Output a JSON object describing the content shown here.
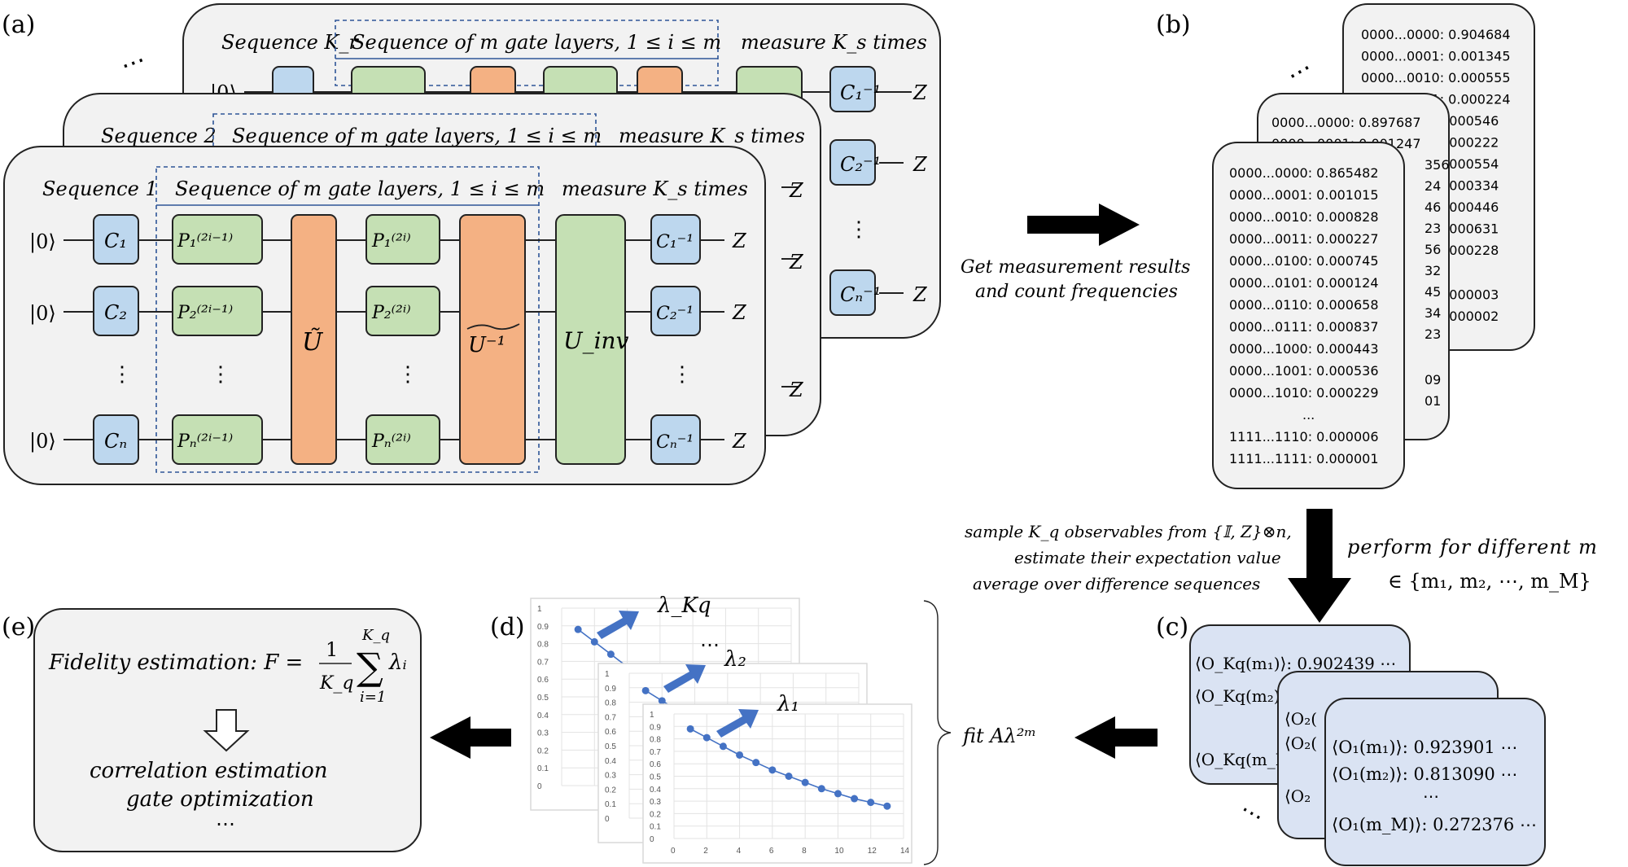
{
  "labels": {
    "a": "(a)",
    "b": "(b)",
    "c": "(c)",
    "d": "(d)",
    "e": "(e)"
  },
  "circuit": {
    "seq_names": [
      "Sequence 1",
      "Sequence 2",
      "Sequence K_r"
    ],
    "seq_layers": "Sequence of m gate layers, 1 ≤ i ≤ m",
    "measure": "measure K_s times",
    "ket0": "|0⟩",
    "zlabel": "Z",
    "cliffords": [
      "C₁",
      "C₂",
      "Cₙ"
    ],
    "clifford_inv": [
      "C₁⁻¹",
      "C₂⁻¹",
      "Cₙ⁻¹"
    ],
    "p_odd": [
      "P₁⁽²ⁱ⁻¹⁾",
      "P₂⁽²ⁱ⁻¹⁾",
      "Pₙ⁽²ⁱ⁻¹⁾"
    ],
    "p_even": [
      "P₁⁽²ⁱ⁾",
      "P₂⁽²ⁱ⁾",
      "Pₙ⁽²ⁱ⁾"
    ],
    "u_tilde": "Ũ",
    "u_inv_tilde": "U⁻¹",
    "u_inv": "U_inv",
    "vdots": "⋮",
    "dots": "⋯"
  },
  "arrow_label": [
    "Get measurement results",
    "and count frequencies"
  ],
  "freq_cards": {
    "front": [
      "0000...0000: 0.865482",
      "0000...0001: 0.001015",
      "0000...0010: 0.000828",
      "0000...0011: 0.000227",
      "0000...0100: 0.000745",
      "0000...0101: 0.000124",
      "0000...0110: 0.000658",
      "0000...0111: 0.000837",
      "0000...1000: 0.000443",
      "0000...1001: 0.000536",
      "0000...1010: 0.000229",
      "...",
      "1111...1110: 0.000006",
      "1111...1111: 0.000001"
    ],
    "middle": [
      "0000...0000: 0.897687",
      "0000...0001: 0.001247"
    ],
    "back": [
      "0000...0000: 0.904684",
      "0000...0001: 0.001345",
      "0000...0010: 0.000555",
      "0000...0011: 0.000224",
      "0.000546",
      "0.000222",
      "0.000554",
      "0.000334",
      "0.000446",
      "0.000631",
      "0.000228",
      "0.000003",
      "0.000002"
    ],
    "middle_tails": [
      "356",
      "24",
      "46",
      "23",
      "56",
      "32",
      "45",
      "34",
      "23",
      "09",
      "01"
    ]
  },
  "sample_text": [
    "sample K_q observables from {𝕀, Z}⊗n,",
    "estimate their expectation value",
    "average over difference sequences"
  ],
  "perform_text": [
    "perform for different m",
    "∈ {m₁, m₂, ⋯, m_M}"
  ],
  "obs_cards": {
    "front": [
      "⟨O₁(m₁)⟩: 0.923901 ⋯",
      "⟨O₁(m₂)⟩: 0.813090 ⋯",
      "⋯",
      "⟨O₁(m_M)⟩: 0.272376 ⋯"
    ],
    "back": [
      "⟨O_Kq(m₁)⟩: 0.902439 ⋯",
      "⟨O_Kq(m₂)⟩",
      "⟨O_Kq(m_M)⟩"
    ],
    "mid": [
      "⟨O₂(",
      "⟨O₂(",
      "⟨O₂"
    ]
  },
  "fit_text": "fit Aλ²ᵐ",
  "lambda_labels": [
    "λ₁",
    "λ₂",
    "λ_Kq"
  ],
  "e_box": {
    "fidelity": "Fidelity estimation: F = ",
    "frac_num": "1",
    "frac_den": "K_q",
    "sum_top": "K_q",
    "sum_bot": "i=1",
    "lambda_i": "λᵢ",
    "line1": "correlation estimation",
    "line2": "gate optimization",
    "line3": "⋯"
  },
  "chart_data": {
    "type": "line",
    "x": [
      1,
      2,
      3,
      4,
      5,
      6,
      7,
      8,
      9,
      10,
      11,
      12,
      13
    ],
    "series": [
      {
        "values": [
          0.88,
          0.81,
          0.74,
          0.67,
          0.61,
          0.55,
          0.5,
          0.45,
          0.4,
          0.36,
          0.32,
          0.29,
          0.26
        ]
      }
    ],
    "ylim": [
      0,
      1
    ],
    "xlim": [
      0,
      14
    ],
    "x_ticks": [
      "0",
      "2",
      "4",
      "6",
      "8",
      "10",
      "12",
      "14"
    ],
    "y_ticks": [
      "0",
      "0.1",
      "0.2",
      "0.3",
      "0.4",
      "0.5",
      "0.6",
      "0.7",
      "0.8",
      "0.9",
      "1"
    ],
    "color": "#4472c4"
  },
  "colors": {
    "blue": "#bdd7ee",
    "green": "#c5e0b4",
    "orange": "#f4b183",
    "card": "#f2f2f2",
    "obs": "#dae3f3",
    "arrow": "#4472c4"
  }
}
